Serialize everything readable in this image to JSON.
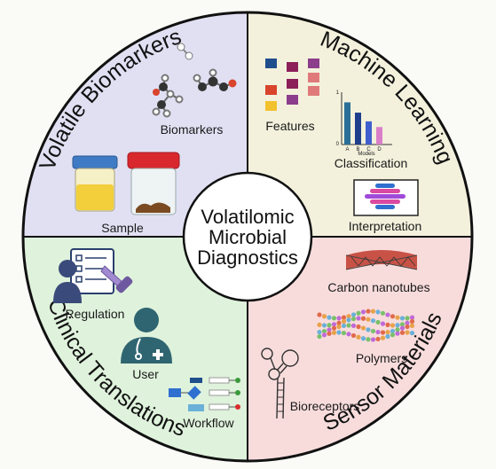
{
  "center": {
    "line1": "Volatilomic",
    "line2": "Microbial",
    "line3": "Diagnostics"
  },
  "quadrants": {
    "volatile_biomarkers": {
      "title": "Volatile Biomarkers",
      "biomarkers_label": "Biomarkers",
      "sample_label": "Sample"
    },
    "machine_learning": {
      "title": "Machine Learning",
      "features_label": "Features",
      "classification_label": "Classification",
      "interpretation_label": "Interpretation",
      "chart_ytick_top": "1",
      "chart_ytick_bottom": "0",
      "chart_xlabel": "Models"
    },
    "clinical_translations": {
      "title": "Clinical Translations",
      "regulation_label": "Regulation",
      "user_label": "User",
      "workflow_label": "Workflow"
    },
    "sensor_materials": {
      "title": "Sensor Materials",
      "carbon_nanotubes_label": "Carbon nanotubes",
      "polymers_label": "Polymers",
      "bioreceptors_label": "Bioreceptors"
    }
  },
  "chart_data": {
    "type": "bar",
    "categories": [
      "A",
      "B",
      "C",
      "D"
    ],
    "values": [
      0.82,
      0.62,
      0.45,
      0.34
    ],
    "colors": [
      "#2a6f97",
      "#1f3f8c",
      "#3f5fcf",
      "#d97fc9"
    ],
    "ylim": [
      0,
      1
    ],
    "xlabel": "Models"
  },
  "polymers": {
    "colors": [
      "#e06a4a",
      "#e8a24a",
      "#6ab0d9",
      "#7ac06a",
      "#c06ad9"
    ]
  }
}
